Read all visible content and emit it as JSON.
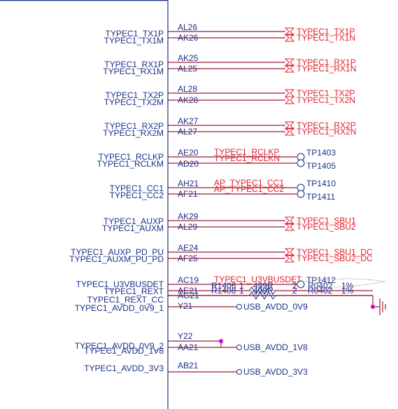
{
  "colors": {
    "pin_text": "#1c2f86",
    "net_text": "#e0202a",
    "wire": "#9b1a3a",
    "junction": "#d400d4",
    "box": "#1c2f86"
  },
  "pins": [
    {
      "label": "TYPEC1_TX1P",
      "ball": "AL26",
      "net": "TYPEC1_TX1P",
      "kind": "port"
    },
    {
      "label": "TYPEC1_TX1M",
      "ball": "AK26",
      "net": "TYPEC1_TX1N",
      "kind": "port"
    },
    {
      "label": "TYPEC1_RX1P",
      "ball": "AK25",
      "net": "TYPEC1_RX1P",
      "kind": "port"
    },
    {
      "label": "TYPEC1_RX1M",
      "ball": "AL25",
      "net": "TYPEC1_RX1N",
      "kind": "port"
    },
    {
      "label": "TYPEC1_TX2P",
      "ball": "AL28",
      "net": "TYPEC1_TX2P",
      "kind": "port"
    },
    {
      "label": "TYPEC1_TX2M",
      "ball": "AK28",
      "net": "TYPEC1_TX2N",
      "kind": "port"
    },
    {
      "label": "TYPEC1_RX2P",
      "ball": "AK27",
      "net": "TYPEC1_RX2P",
      "kind": "port"
    },
    {
      "label": "TYPEC1_RX2M",
      "ball": "AL27",
      "net": "TYPEC1_RX2N",
      "kind": "port"
    },
    {
      "label": "TYPEC1_RCLKP",
      "ball": "AE20",
      "net": "TYPEC1_RCLKP",
      "tp": "TP1403",
      "kind": "tp"
    },
    {
      "label": "TYPEC1_RCLKM",
      "ball": "AD20",
      "net": "TYPEC1_RCLKN",
      "tp": "TP1405",
      "kind": "tp"
    },
    {
      "label": "TYPEC1_CC1",
      "ball": "AH21",
      "net": "AP_TYPEC1_CC1",
      "tp": "TP1410",
      "kind": "tp"
    },
    {
      "label": "TYPEC1_CC2",
      "ball": "AF21",
      "net": "AP_TYPEC1_CC2",
      "tp": "TP1411",
      "kind": "tp"
    },
    {
      "label": "TYPEC1_AUXP",
      "ball": "AK29",
      "net": "TYPEC1_SBU1",
      "kind": "port"
    },
    {
      "label": "TYPEC1_AUXM",
      "ball": "AL29",
      "net": "TYPEC1_SBU2",
      "kind": "port"
    },
    {
      "label": "TYPEC1_AUXP_PD_PU",
      "ball": "AE24",
      "net": "TYPEC1_SBU1_DC",
      "kind": "port"
    },
    {
      "label": "TYPEC1_AUXM_PU_PD",
      "ball": "AF25",
      "net": "TYPEC1_SBU2_DC",
      "kind": "port"
    },
    {
      "label": "TYPEC1_U3VBUSDET",
      "ball": "AC19",
      "net": "TYPEC1_U3VBUSDET",
      "tp": "TP1412",
      "kind": "tp"
    },
    {
      "label": "TYPEC1_REXT",
      "ball": "AE21",
      "ref": "R1406",
      "pin1": "1",
      "value": "499R",
      "pin2": "2",
      "pkg": "R0402",
      "tol": "1%",
      "kind": "res"
    },
    {
      "label": "TYPEC1_REXT_CC",
      "ball": "AG21",
      "ref": "R1408",
      "pin1": "1",
      "value": "499R",
      "pin2": "2",
      "pkg": "R0402",
      "tol": "1%",
      "kind": "res"
    },
    {
      "label": "TYPEC1_AVDD_0V9_1",
      "ball": "Y21",
      "net": "USB_AVDD_0V9",
      "kind": "pwr"
    },
    {
      "label": "TYPEC1_AVDD_0V9_2",
      "ball": "Y22",
      "kind": "pwr2"
    },
    {
      "label": "TYPEC1_AVDD_1V8",
      "ball": "AA21",
      "net": "USB_AVDD_1V8",
      "kind": "pwr"
    },
    {
      "label": "TYPEC1_AVDD_3V3",
      "ball": "AB21",
      "net": "USB_AVDD_3V3",
      "kind": "pwr"
    }
  ]
}
